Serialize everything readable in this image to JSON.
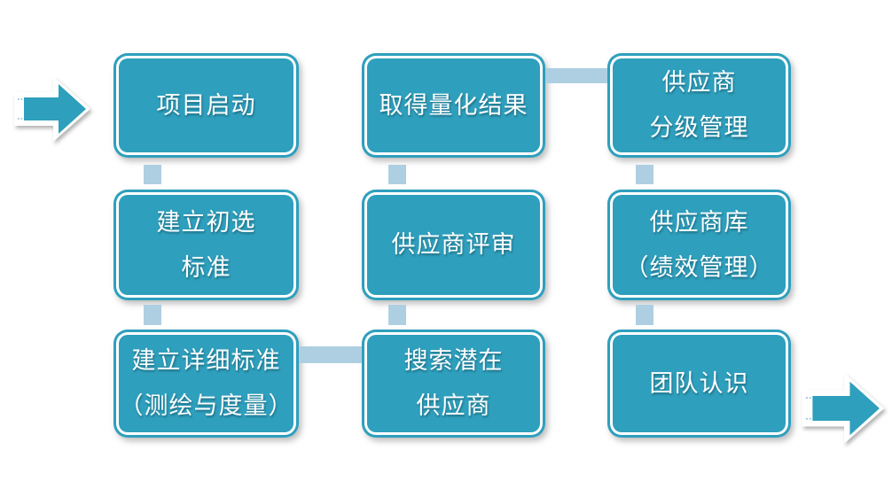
{
  "colors": {
    "shape_fill": "#2E9FBD",
    "connector_fill": "#AECFE1",
    "text": "#FFFFFF",
    "background": "#FFFFFF"
  },
  "flow": {
    "start_arrow_icon": "right-arrow",
    "end_arrow_icon": "right-arrow",
    "boxes": [
      {
        "id": "project-start",
        "lines": [
          "项目启动"
        ]
      },
      {
        "id": "initial-criteria",
        "lines": [
          "建立初选",
          "标准"
        ]
      },
      {
        "id": "detailed-criteria",
        "lines": [
          "建立详细标准",
          "（测绘与度量）"
        ]
      },
      {
        "id": "quantified-results",
        "lines": [
          "取得量化结果"
        ]
      },
      {
        "id": "supplier-review",
        "lines": [
          "供应商评审"
        ]
      },
      {
        "id": "search-potential-suppliers",
        "lines": [
          "搜索潜在",
          "供应商"
        ]
      },
      {
        "id": "supplier-grading",
        "lines": [
          "供应商",
          "分级管理"
        ]
      },
      {
        "id": "supplier-database",
        "lines": [
          "供应商库",
          "（绩效管理）"
        ]
      },
      {
        "id": "team-recognition",
        "lines": [
          "团队认识"
        ]
      }
    ]
  }
}
